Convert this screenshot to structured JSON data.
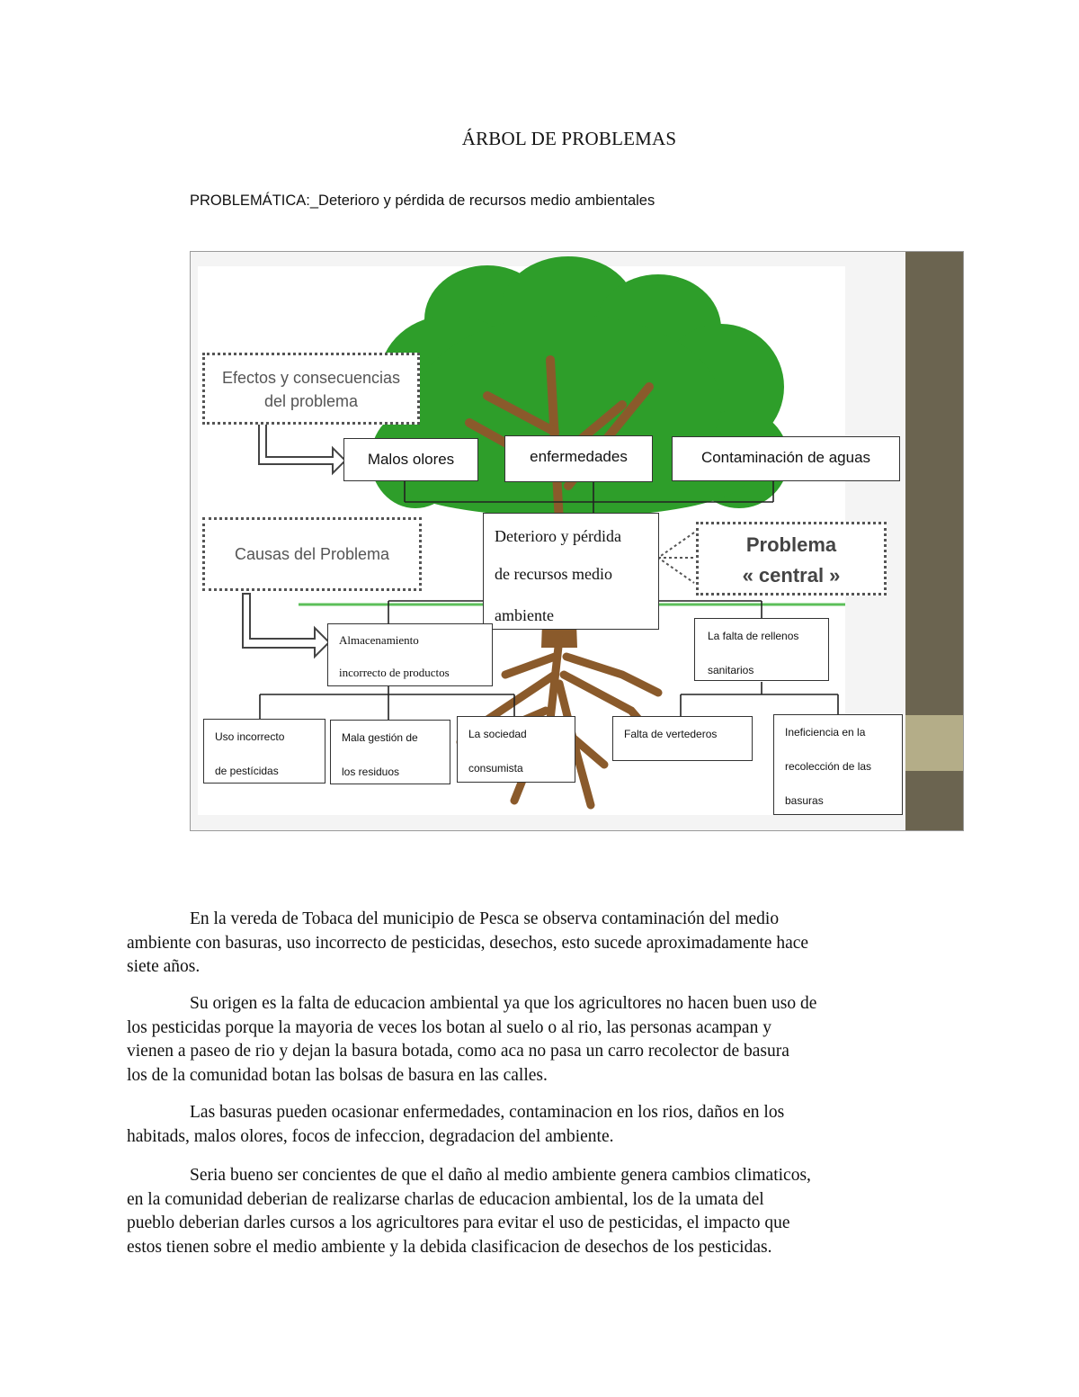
{
  "document": {
    "title": "ÁRBOL DE PROBLEMAS",
    "problematica": "PROBLEMÁTICA:_Deterioro y pérdida de recursos medio ambientales"
  },
  "diagram": {
    "effects_label_1": "Efectos y consecuencias",
    "effects_label_2": "del problema",
    "causes_label": "Causas del Problema",
    "central_label_1": "Problema",
    "central_label_2": "« central »",
    "effects": [
      "Malos olores",
      "enfermedades",
      "Contaminación de aguas"
    ],
    "central_problem": [
      "Deterioro y pérdida",
      "de recursos medio",
      "ambiente"
    ],
    "main_causes": [
      [
        "Almacenamiento",
        "incorrecto de productos"
      ],
      [
        "La falta de rellenos",
        "sanitarios"
      ]
    ],
    "sub_causes": [
      [
        "Uso incorrecto",
        "de pestícidas"
      ],
      [
        "Mala gestión de",
        "los residuos"
      ],
      [
        "La sociedad",
        "consumista"
      ],
      [
        "Falta de vertederos"
      ],
      [
        "Ineficiencia en la",
        "recolección de las",
        "basuras"
      ]
    ]
  },
  "paragraphs": [
    [
      "En la vereda de Tobaca del municipio de Pesca se observa contaminación del medio",
      "ambiente con basuras, uso incorrecto de pesticidas, desechos, esto sucede aproximadamente hace",
      "siete años."
    ],
    [
      "Su origen es la falta de educacion ambiental ya que los agricultores no hacen buen uso de",
      "los pesticidas porque la mayoria de veces los botan al suelo o al rio, las personas acampan y",
      "vienen a paseo de rio y dejan la basura botada, como aca no pasa un carro recolector de basura",
      "los de la comunidad botan las bolsas de basura en las calles."
    ],
    [
      "Las basuras pueden ocasionar enfermedades, contaminacion en los rios, daños en los",
      "habitads, malos olores, focos de infeccion, degradacion del ambiente."
    ],
    [
      "Seria bueno ser concientes de que el daño al medio ambiente genera cambios climaticos,",
      "en la comunidad deberian de realizarse charlas de educacion ambiental, los de la umata del",
      "pueblo deberian darles cursos a los agricultores para evitar el uso de pesticidas, el impacto que",
      "estos tienen sobre el medio ambiente y la debida clasificacion de desechos de los pesticidas."
    ]
  ],
  "colors": {
    "tree_green": "#2e9e2a",
    "trunk_brown": "#8a5a2b",
    "side_bar_dark": "#6b6450",
    "side_bar_light": "#b4ad88"
  }
}
